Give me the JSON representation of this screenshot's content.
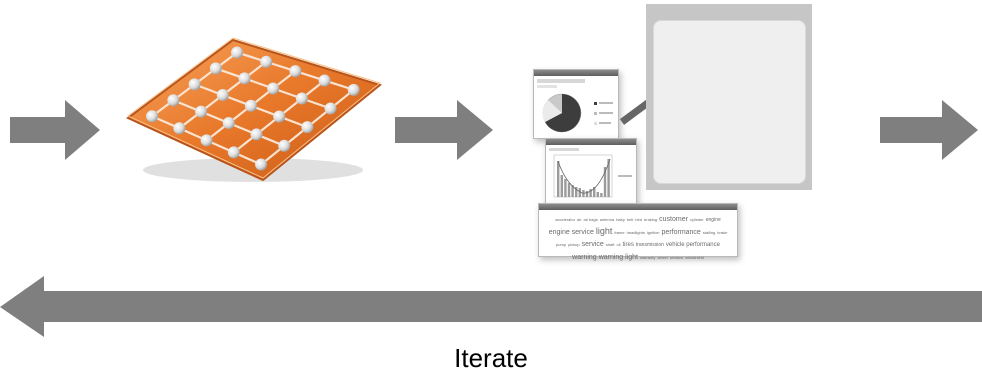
{
  "colors": {
    "arrow": "#7f7f7f",
    "grid_orange": "#e8782a",
    "panel_fill": "#efefef",
    "panel_border": "#c3c3c3"
  },
  "icons": {
    "grid": "orange-node-grid-icon",
    "dashboard": "dashboard-windows-icon"
  },
  "bottom_label": "Iterate",
  "dashboard": {
    "word_cloud_words": [
      "accelerator",
      "air",
      "air bags",
      "antenna",
      "baby",
      "belt",
      "bird",
      "braking",
      "customer",
      "cylinder",
      "engine",
      "engine service",
      "light",
      "frame",
      "headlights",
      "ignition",
      "performance",
      "stalling",
      "brake",
      "pump",
      "pickup",
      "service",
      "shaft",
      "oil",
      "tires",
      "transmission",
      "vehicle performance",
      "warning",
      "warning light",
      "warranty",
      "wheel",
      "window",
      "windshield"
    ]
  }
}
